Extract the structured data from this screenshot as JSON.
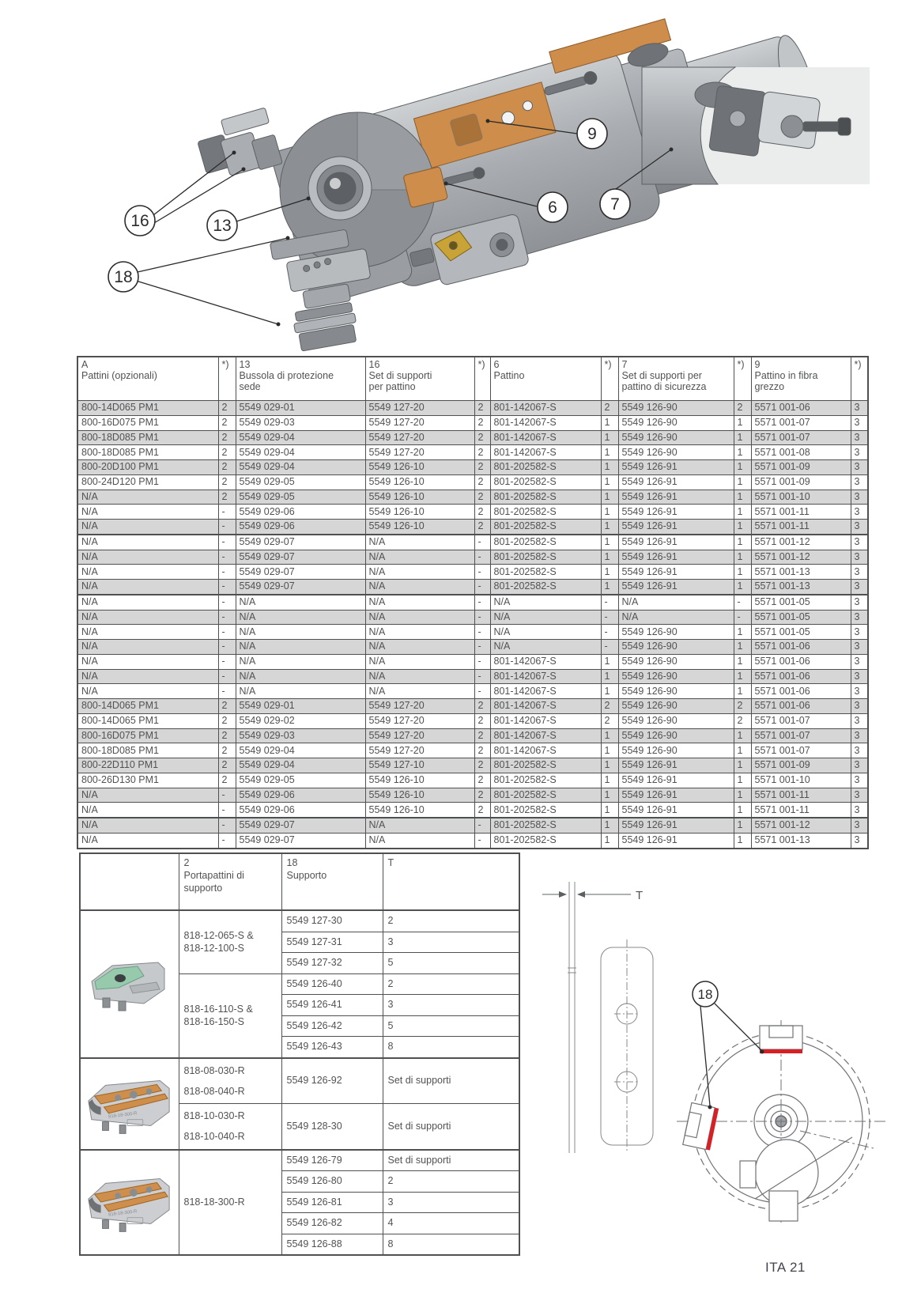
{
  "page": {
    "footer": "ITA 21"
  },
  "colors": {
    "row_shade": "#d6d6d6",
    "table_border": "#4f5052",
    "text": "#515254",
    "accent_orange": "#cf8d4b",
    "highlight_red": "#d81f26",
    "pad_green": "#92cbaa"
  },
  "figure_top": {
    "callouts": [
      "16",
      "13",
      "18",
      "9",
      "6",
      "7"
    ]
  },
  "figure_bottom": {
    "t_label": "T",
    "callout": "18"
  },
  "main_table": {
    "headers": [
      "A\nPattini (opzionali)",
      "*)",
      "13\nBussola di protezione\nsede",
      "16\nSet di supporti\nper pattino",
      "*)",
      "6\nPattino",
      "*)",
      "7\nSet di supporti per\npattino di sicurezza",
      "*)",
      "9\nPattino in fibra\ngrezzo",
      "*)"
    ],
    "rows": [
      [
        "800-14D065 PM1",
        "2",
        "5549 029-01",
        "5549 127-20",
        "2",
        "801-142067-S",
        "2",
        "5549 126-90",
        "2",
        "5571 001-06",
        "3"
      ],
      [
        "800-16D075 PM1",
        "2",
        "5549 029-03",
        "5549 127-20",
        "2",
        "801-142067-S",
        "1",
        "5549 126-90",
        "1",
        "5571 001-07",
        "3"
      ],
      [
        "800-18D085 PM1",
        "2",
        "5549 029-04",
        "5549 127-20",
        "2",
        "801-142067-S",
        "1",
        "5549 126-90",
        "1",
        "5571 001-07",
        "3"
      ],
      [
        "800-18D085 PM1",
        "2",
        "5549 029-04",
        "5549 127-20",
        "2",
        "801-142067-S",
        "1",
        "5549 126-90",
        "1",
        "5571 001-08",
        "3"
      ],
      [
        "800-20D100 PM1",
        "2",
        "5549 029-04",
        "5549 126-10",
        "2",
        "801-202582-S",
        "1",
        "5549 126-91",
        "1",
        "5571 001-09",
        "3"
      ],
      [
        "800-24D120 PM1",
        "2",
        "5549 029-05",
        "5549 126-10",
        "2",
        "801-202582-S",
        "1",
        "5549 126-91",
        "1",
        "5571 001-09",
        "3"
      ],
      [
        "N/A",
        "2",
        "5549 029-05",
        "5549 126-10",
        "2",
        "801-202582-S",
        "1",
        "5549 126-91",
        "1",
        "5571 001-10",
        "3"
      ],
      [
        "N/A",
        "-",
        "5549 029-06",
        "5549 126-10",
        "2",
        "801-202582-S",
        "1",
        "5549 126-91",
        "1",
        "5571 001-11",
        "3"
      ],
      [
        "N/A",
        "-",
        "5549 029-06",
        "5549 126-10",
        "2",
        "801-202582-S",
        "1",
        "5549 126-91",
        "1",
        "5571 001-11",
        "3"
      ],
      [
        "N/A",
        "-",
        "5549 029-07",
        "N/A",
        "-",
        "801-202582-S",
        "1",
        "5549 126-91",
        "1",
        "5571 001-12",
        "3"
      ],
      [
        "N/A",
        "-",
        "5549 029-07",
        "N/A",
        "-",
        "801-202582-S",
        "1",
        "5549 126-91",
        "1",
        "5571 001-12",
        "3"
      ],
      [
        "N/A",
        "-",
        "5549 029-07",
        "N/A",
        "-",
        "801-202582-S",
        "1",
        "5549 126-91",
        "1",
        "5571 001-13",
        "3"
      ],
      [
        "N/A",
        "-",
        "5549 029-07",
        "N/A",
        "-",
        "801-202582-S",
        "1",
        "5549 126-91",
        "1",
        "5571 001-13",
        "3"
      ],
      [
        "N/A",
        "-",
        "N/A",
        "N/A",
        "-",
        "N/A",
        "-",
        "N/A",
        "-",
        "5571 001-05",
        "3"
      ],
      [
        "N/A",
        "-",
        "N/A",
        "N/A",
        "-",
        "N/A",
        "-",
        "N/A",
        "-",
        "5571 001-05",
        "3"
      ],
      [
        "N/A",
        "-",
        "N/A",
        "N/A",
        "-",
        "N/A",
        "-",
        "5549 126-90",
        "1",
        "5571 001-05",
        "3"
      ],
      [
        "N/A",
        "-",
        "N/A",
        "N/A",
        "-",
        "N/A",
        "-",
        "5549 126-90",
        "1",
        "5571 001-06",
        "3"
      ],
      [
        "N/A",
        "-",
        "N/A",
        "N/A",
        "-",
        "801-142067-S",
        "1",
        "5549 126-90",
        "1",
        "5571 001-06",
        "3"
      ],
      [
        "N/A",
        "-",
        "N/A",
        "N/A",
        "-",
        "801-142067-S",
        "1",
        "5549 126-90",
        "1",
        "5571 001-06",
        "3"
      ],
      [
        "N/A",
        "-",
        "N/A",
        "N/A",
        "-",
        "801-142067-S",
        "1",
        "5549 126-90",
        "1",
        "5571 001-06",
        "3"
      ],
      [
        "800-14D065 PM1",
        "2",
        "5549 029-01",
        "5549 127-20",
        "2",
        "801-142067-S",
        "2",
        "5549 126-90",
        "2",
        "5571 001-06",
        "3"
      ],
      [
        "800-14D065 PM1",
        "2",
        "5549 029-02",
        "5549 127-20",
        "2",
        "801-142067-S",
        "2",
        "5549 126-90",
        "2",
        "5571 001-07",
        "3"
      ],
      [
        "800-16D075 PM1",
        "2",
        "5549 029-03",
        "5549 127-20",
        "2",
        "801-142067-S",
        "1",
        "5549 126-90",
        "1",
        "5571 001-07",
        "3"
      ],
      [
        "800-18D085 PM1",
        "2",
        "5549 029-04",
        "5549 127-20",
        "2",
        "801-142067-S",
        "1",
        "5549 126-90",
        "1",
        "5571 001-07",
        "3"
      ],
      [
        "800-22D110 PM1",
        "2",
        "5549 029-04",
        "5549 127-10",
        "2",
        "801-202582-S",
        "1",
        "5549 126-91",
        "1",
        "5571 001-09",
        "3"
      ],
      [
        "800-26D130 PM1",
        "2",
        "5549 029-05",
        "5549 126-10",
        "2",
        "801-202582-S",
        "1",
        "5549 126-91",
        "1",
        "5571 001-10",
        "3"
      ],
      [
        "N/A",
        "-",
        "5549 029-06",
        "5549 126-10",
        "2",
        "801-202582-S",
        "1",
        "5549 126-91",
        "1",
        "5571 001-11",
        "3"
      ],
      [
        "N/A",
        "-",
        "5549 029-06",
        "5549 126-10",
        "2",
        "801-202582-S",
        "1",
        "5549 126-91",
        "1",
        "5571 001-11",
        "3"
      ],
      [
        "N/A",
        "-",
        "5549 029-07",
        "N/A",
        "-",
        "801-202582-S",
        "1",
        "5549 126-91",
        "1",
        "5571 001-12",
        "3"
      ],
      [
        "N/A",
        "-",
        "5549 029-07",
        "N/A",
        "-",
        "801-202582-S",
        "1",
        "5549 126-91",
        "1",
        "5571 001-13",
        "3"
      ]
    ]
  },
  "support_table": {
    "col_headers": [
      "",
      "2\nPortapattini di\nsupporto",
      "18\nSupporto",
      "T"
    ],
    "image_label": "818-18-300-R",
    "groups": [
      {
        "image": "pad-green",
        "subgroups": [
          {
            "label": "818-12-065-S &\n818-12-100-S",
            "rows": [
              [
                "5549 127-30",
                "2"
              ],
              [
                "5549 127-31",
                "3"
              ],
              [
                "5549 127-32",
                "5"
              ]
            ]
          },
          {
            "label": "818-16-110-S &\n818-16-150-S",
            "rows": [
              [
                "5549 126-40",
                "2"
              ],
              [
                "5549 126-41",
                "3"
              ],
              [
                "5549 126-42",
                "5"
              ],
              [
                "5549 126-43",
                "8"
              ]
            ]
          }
        ]
      },
      {
        "image": "pad-orange",
        "subgroups": [
          {
            "label": "818-08-030-R\n818-08-040-R",
            "tall": true,
            "rows": [
              [
                "5549 126-92",
                "Set di supporti"
              ]
            ]
          },
          {
            "label": "818-10-030-R\n818-10-040-R",
            "tall": true,
            "rows": [
              [
                "5549 128-30",
                "Set di supporti"
              ]
            ]
          }
        ]
      },
      {
        "image": "pad-orange",
        "subgroups": [
          {
            "label": "818-18-300-R",
            "rows": [
              [
                "5549 126-79",
                "Set di supporti"
              ],
              [
                "5549 126-80",
                "2"
              ],
              [
                "5549 126-81",
                "3"
              ],
              [
                "5549 126-82",
                "4"
              ],
              [
                "5549 126-88",
                "8"
              ]
            ]
          }
        ]
      }
    ]
  }
}
